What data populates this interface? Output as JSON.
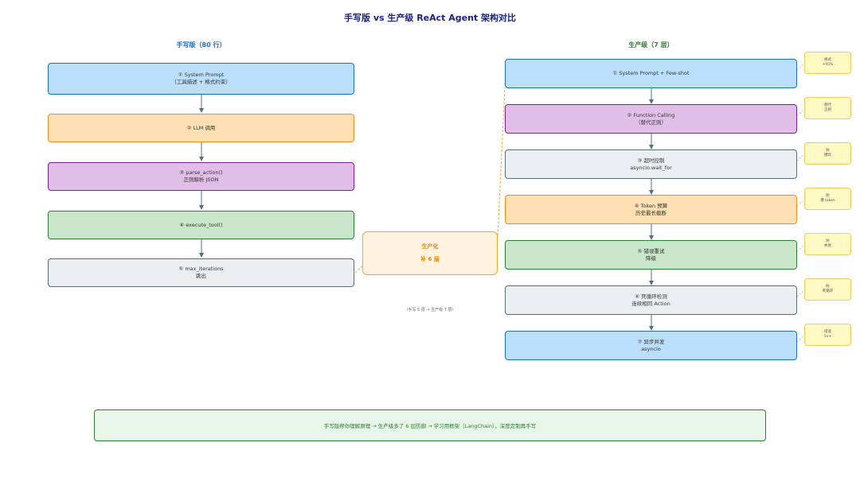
{
  "title": "手写版 vs 生产级 ReAct Agent 架构对比",
  "left": {
    "heading": "手写版（80 行）",
    "heading_color": "#1e6fc7",
    "steps": [
      {
        "line1": "①  System Prompt",
        "line2": "（工具描述 + 格式约束）"
      },
      {
        "line1": "②  LLM 调用",
        "line2": ""
      },
      {
        "line1": "③  parse_action()",
        "line2": "正则解析 JSON"
      },
      {
        "line1": "④  execute_tool()",
        "line2": ""
      },
      {
        "line1": "⑤  max_iterations",
        "line2": "跳出"
      }
    ]
  },
  "right": {
    "heading": "生产级（7 层）",
    "heading_color": "#2e7d32",
    "steps": [
      {
        "line1": "①  System Prompt + Few-shot",
        "line2": ""
      },
      {
        "line1": "②  Function Calling",
        "line2": "（替代正则）"
      },
      {
        "line1": "③  超时控制",
        "line2": "asyncio.wait_for"
      },
      {
        "line1": "④  Token 预算",
        "line2": "历史最长截断"
      },
      {
        "line1": "⑤  错误重试",
        "line2": "降级"
      },
      {
        "line1": "⑥  死循环检测",
        "line2": "连续相同 Action"
      },
      {
        "line1": "⑦  异步并发",
        "line2": "asyncio"
      }
    ],
    "notes": [
      {
        "line1": "格式",
        "line2": "+95%"
      },
      {
        "line1": "替代",
        "line2": "正则"
      },
      {
        "line1": "防",
        "line2": "爆炸"
      },
      {
        "line1": "防",
        "line2": "爆 token"
      },
      {
        "line1": "防",
        "line2": "失败"
      },
      {
        "line1": "防",
        "line2": "死循环"
      },
      {
        "line1": "提速",
        "line2": "5x+"
      }
    ]
  },
  "center": {
    "line1": "生产化",
    "line2": "补 6 层",
    "caption": "（手写 5 层 → 生产级 7 层）"
  },
  "summary": "手写版帮你理解原理  →  生产级多了 6 层防御  →  学习用框架（LangChain），深度定制再手写",
  "colors": {
    "blue": "#1e6fc7",
    "orange": "#f08c1e",
    "purple": "#7b1fa2",
    "green": "#2e7d32",
    "gray": "#546e7a",
    "note": "#fff9c4",
    "connector": "#f5a623"
  }
}
